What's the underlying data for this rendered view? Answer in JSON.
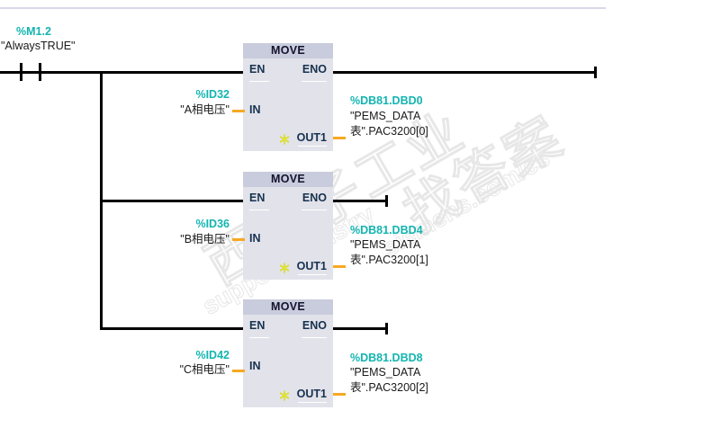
{
  "meta": {
    "title": "Siemens TIA Portal LAD network - PAC3200 voltage MOVE instructions",
    "accent_address": "#13b5b1",
    "wire_black": "#000000",
    "wire_orange": "#f7a823",
    "box_fill": "#e2e2ea",
    "box_header_fill": "#c8ccdc"
  },
  "watermark": {
    "cn_line_1": "西门子工业",
    "cn_line_2": "找答案",
    "url_1": "support.industry",
    "url_2": "siemens.com/cs"
  },
  "contact": {
    "address": "%M1.2",
    "symbol": "\"AlwaysTRUE\"",
    "type": "normally-open-contact"
  },
  "rungs": [
    {
      "box_title": "MOVE",
      "en_label": "EN",
      "eno_label": "ENO",
      "in_label": "IN",
      "out_label": "OUT1",
      "in_operand": {
        "address": "%ID32",
        "symbol": "\"A相电压\""
      },
      "out_operand": {
        "address": "%DB81.DBD0",
        "symbol_line_1": "\"PEMS_DATA",
        "symbol_line_2": "表\".PAC3200[0]"
      }
    },
    {
      "box_title": "MOVE",
      "en_label": "EN",
      "eno_label": "ENO",
      "in_label": "IN",
      "out_label": "OUT1",
      "in_operand": {
        "address": "%ID36",
        "symbol": "\"B相电压\""
      },
      "out_operand": {
        "address": "%DB81.DBD4",
        "symbol_line_1": "\"PEMS_DATA",
        "symbol_line_2": "表\".PAC3200[1]"
      }
    },
    {
      "box_title": "MOVE",
      "en_label": "EN",
      "eno_label": "ENO",
      "in_label": "IN",
      "out_label": "OUT1",
      "in_operand": {
        "address": "%ID42",
        "symbol": "\"C相电压\""
      },
      "out_operand": {
        "address": "%DB81.DBD8",
        "symbol_line_1": "\"PEMS_DATA",
        "symbol_line_2": "表\".PAC3200[2]"
      }
    }
  ]
}
